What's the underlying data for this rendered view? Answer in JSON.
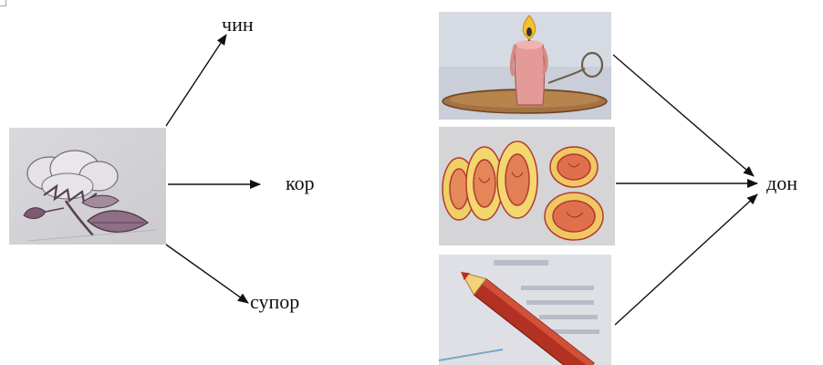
{
  "left_group": {
    "picture": "cotton-flower-sketch",
    "words": [
      "чин",
      "кор",
      "супор"
    ]
  },
  "right_group": {
    "pictures": [
      "candle-in-holder",
      "sliced-fruit",
      "red-pencil"
    ],
    "word": "дон"
  },
  "colors": {
    "arrow": "#111111",
    "text": "#111111"
  }
}
